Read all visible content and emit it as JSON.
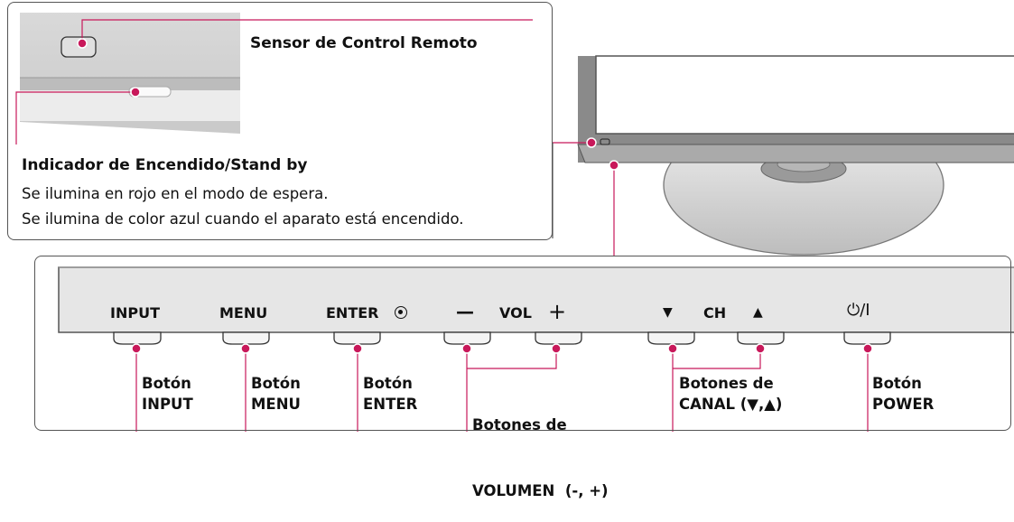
{
  "sensor_label": "Sensor de Control Remoto",
  "indicator": {
    "title": "Indicador de Encendido/Stand by",
    "line1": "Se ilumina en rojo en el modo de espera.",
    "line2": "Se ilumina de color azul cuando el aparato está encendido."
  },
  "panel_buttons": {
    "input": "INPUT",
    "menu": "MENU",
    "enter": "ENTER",
    "vol_minus": "—",
    "vol": "VOL",
    "vol_plus": "+",
    "ch_down": "▼",
    "ch": "CH",
    "ch_up": "▲",
    "power": "⏻/I"
  },
  "callouts": {
    "input": [
      "Botón",
      "INPUT"
    ],
    "menu": [
      "Botón",
      "MENU"
    ],
    "enter": [
      "Botón",
      "ENTER"
    ],
    "volume": [
      "Botones de",
      "VOLUMEN  (-, +)"
    ],
    "channel": [
      "Botones de",
      "CANAL (▼,▲)"
    ],
    "power": [
      "Botón",
      "POWER"
    ]
  },
  "colors": {
    "accent": "#c8185a",
    "line": "#555555",
    "panel": "#e6e6e6"
  }
}
